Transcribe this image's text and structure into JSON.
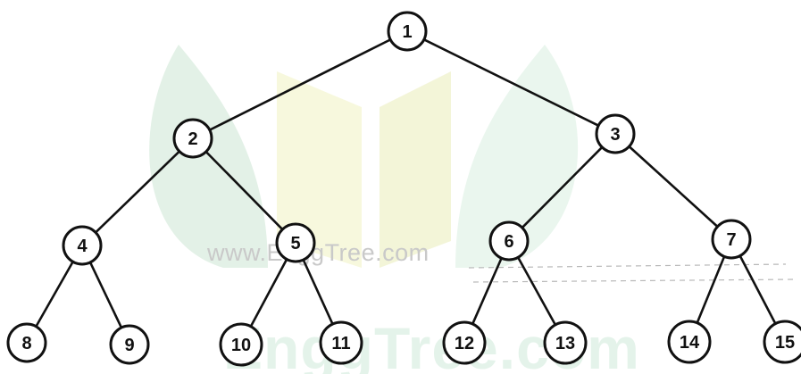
{
  "watermark": {
    "url_text": "www.EnggTree.com",
    "big_text": "EnggTree.com"
  },
  "colors": {
    "edge": "#111111",
    "node_fill": "#ffffff",
    "node_stroke": "#111111",
    "watermark_leaf_left": "#e3f1e7",
    "watermark_leaf_right": "#eaf6ee",
    "watermark_book": "#f7f8dd",
    "watermark_text": "#c9c9c9"
  },
  "tree": {
    "nodes": [
      {
        "id": 1,
        "label": "1"
      },
      {
        "id": 2,
        "label": "2"
      },
      {
        "id": 3,
        "label": "3"
      },
      {
        "id": 4,
        "label": "4"
      },
      {
        "id": 5,
        "label": "5"
      },
      {
        "id": 6,
        "label": "6"
      },
      {
        "id": 7,
        "label": "7"
      },
      {
        "id": 8,
        "label": "8"
      },
      {
        "id": 9,
        "label": "9"
      },
      {
        "id": 10,
        "label": "10"
      },
      {
        "id": 11,
        "label": "11"
      },
      {
        "id": 12,
        "label": "12"
      },
      {
        "id": 13,
        "label": "13"
      },
      {
        "id": 14,
        "label": "14"
      },
      {
        "id": 15,
        "label": "15"
      }
    ],
    "edges": [
      [
        1,
        2
      ],
      [
        1,
        3
      ],
      [
        2,
        4
      ],
      [
        2,
        5
      ],
      [
        3,
        6
      ],
      [
        3,
        7
      ],
      [
        4,
        8
      ],
      [
        4,
        9
      ],
      [
        5,
        10
      ],
      [
        5,
        11
      ],
      [
        6,
        12
      ],
      [
        6,
        13
      ],
      [
        7,
        14
      ],
      [
        7,
        15
      ]
    ]
  }
}
